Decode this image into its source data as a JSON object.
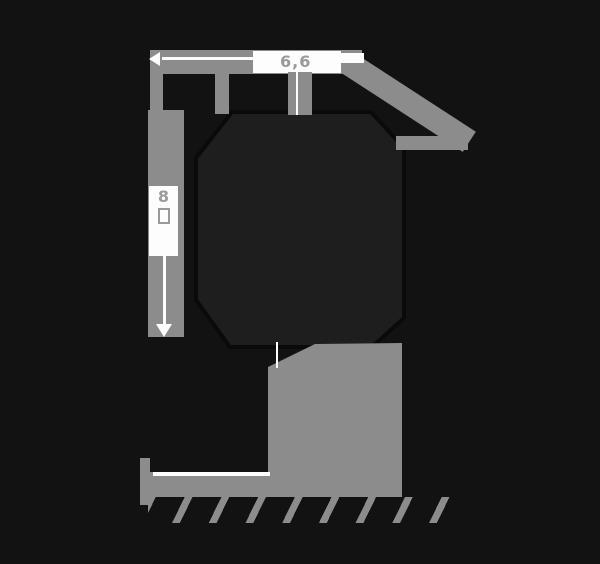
{
  "diagram": {
    "top_dimension": {
      "value": "6,6",
      "missing_glyph_box_adjacent": true
    },
    "left_dimension": {
      "value": "8",
      "missing_glyph_box_below": true
    },
    "colors": {
      "background": "#121212",
      "linework_gray": "#8c8c8c",
      "highlight_white": "#fdfdfd",
      "label_text_gray": "#9a9a9a",
      "object_fill": "#1e1e1e",
      "object_outline": "#0a0a0a"
    },
    "ground_hatching_direction": "forward-slash"
  }
}
